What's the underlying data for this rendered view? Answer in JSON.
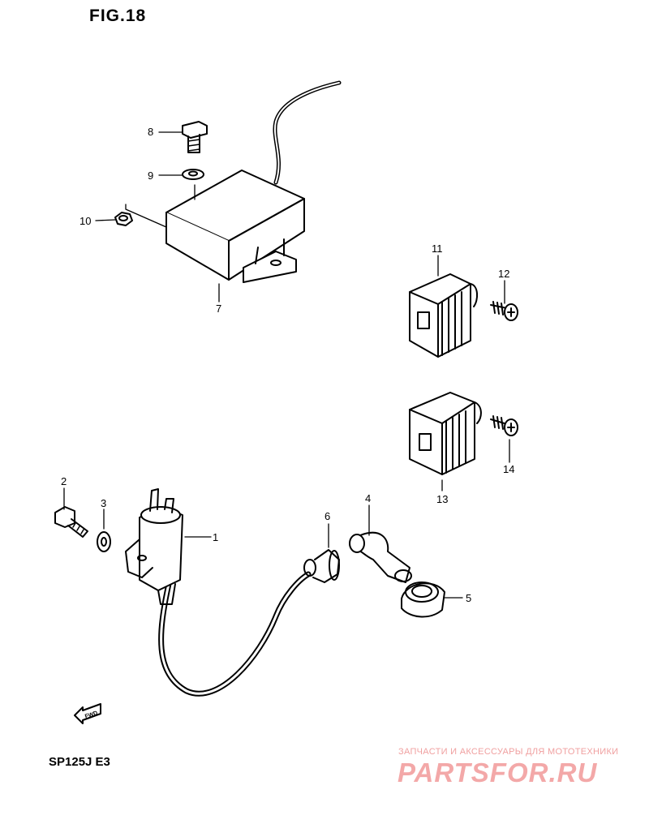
{
  "figure": {
    "title": "FIG.18",
    "model": "SP125J  E3"
  },
  "callouts": [
    "1",
    "2",
    "3",
    "4",
    "5",
    "6",
    "7",
    "8",
    "9",
    "10",
    "11",
    "12",
    "13",
    "14"
  ],
  "fwd_label": "FWD",
  "watermark": {
    "subtitle": "ЗАПЧАСТИ И АКСЕССУАРЫ ДЛЯ МОТОТЕХНИКИ",
    "brand": "PARTSFOR.RU"
  },
  "colors": {
    "line": "#000000",
    "watermark": "#f3a8a8"
  }
}
